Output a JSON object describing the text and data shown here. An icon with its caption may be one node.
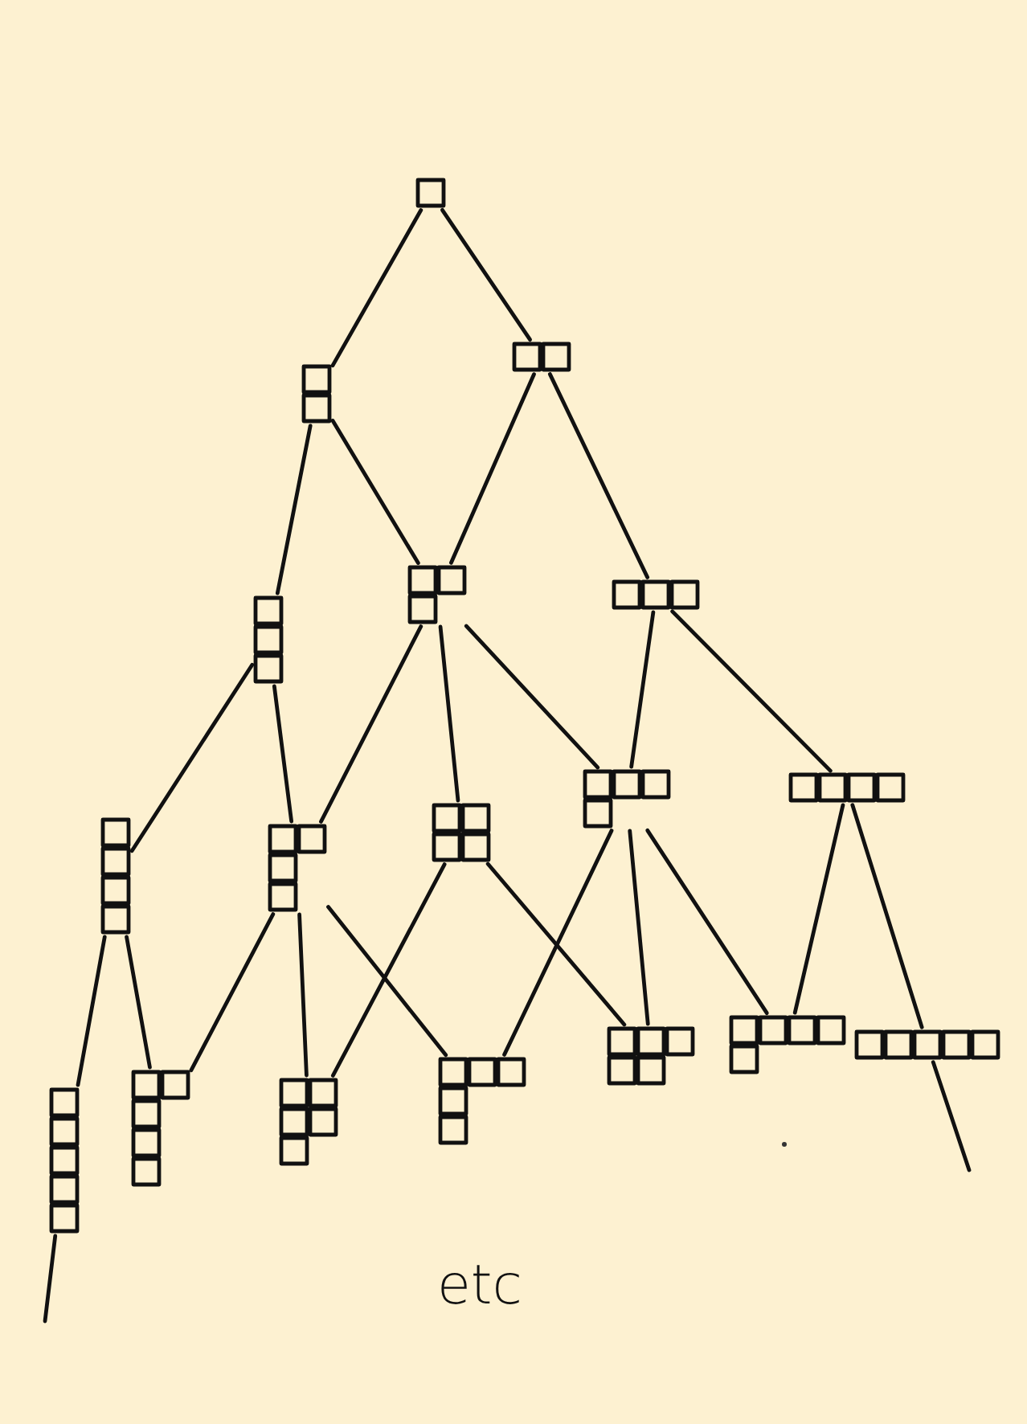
{
  "diagram": {
    "nodes": [
      {
        "text": [],
        "shape": "box"
      },
      {
        "text": [],
        "shape": "box"
      },
      {
        "text": [],
        "shape": "box"
      },
      {
        "text": [],
        "shape": "box"
      },
      {
        "text": [],
        "shape": "box"
      },
      {
        "text": [],
        "shape": "box"
      },
      {
        "text": [],
        "shape": "box"
      },
      {
        "text": [],
        "shape": "box"
      },
      {
        "text": [],
        "shape": "box"
      },
      {
        "text": [],
        "shape": "box"
      },
      {
        "text": [],
        "shape": "box"
      },
      {
        "text": [],
        "shape": "box"
      },
      {
        "text": [],
        "shape": "box"
      },
      {
        "text": [],
        "shape": "box"
      },
      {
        "text": [],
        "shape": "box"
      },
      {
        "text": [],
        "shape": "box"
      },
      {
        "text": [],
        "shape": "box"
      },
      {
        "text": [],
        "shape": "box"
      }
    ],
    "edges": [
      {
        "from": 0,
        "to": 1,
        "arrow": "none"
      },
      {
        "from": 0,
        "to": 2,
        "arrow": "none"
      },
      {
        "from": 1,
        "to": 3,
        "arrow": "none"
      },
      {
        "from": 1,
        "to": 4,
        "arrow": "none"
      },
      {
        "from": 2,
        "to": 4,
        "arrow": "none"
      },
      {
        "from": 2,
        "to": 5,
        "arrow": "none"
      },
      {
        "from": 3,
        "to": 6,
        "arrow": "none"
      },
      {
        "from": 3,
        "to": 7,
        "arrow": "none"
      },
      {
        "from": 4,
        "to": 7,
        "arrow": "none"
      },
      {
        "from": 4,
        "to": 8,
        "arrow": "none"
      },
      {
        "from": 4,
        "to": 9,
        "arrow": "none"
      },
      {
        "from": 5,
        "to": 9,
        "arrow": "none"
      },
      {
        "from": 5,
        "to": 10,
        "arrow": "none"
      },
      {
        "from": 6,
        "to": 11,
        "arrow": "none"
      },
      {
        "from": 6,
        "to": 12,
        "arrow": "none"
      },
      {
        "from": 7,
        "to": 12,
        "arrow": "none"
      },
      {
        "from": 7,
        "to": 13,
        "arrow": "none"
      },
      {
        "from": 7,
        "to": 14,
        "arrow": "none"
      },
      {
        "from": 8,
        "to": 13,
        "arrow": "none"
      },
      {
        "from": 8,
        "to": 15,
        "arrow": "none"
      },
      {
        "from": 9,
        "to": 14,
        "arrow": "none"
      },
      {
        "from": 9,
        "to": 15,
        "arrow": "none"
      },
      {
        "from": 9,
        "to": 16,
        "arrow": "none"
      },
      {
        "from": 10,
        "to": 16,
        "arrow": "none"
      },
      {
        "from": 10,
        "to": 17,
        "arrow": "none"
      },
      {
        "from": 11,
        "to": null,
        "arrow": "none"
      },
      {
        "from": 17,
        "to": null,
        "arrow": "none"
      }
    ],
    "labels": [
      "etc"
    ]
  }
}
